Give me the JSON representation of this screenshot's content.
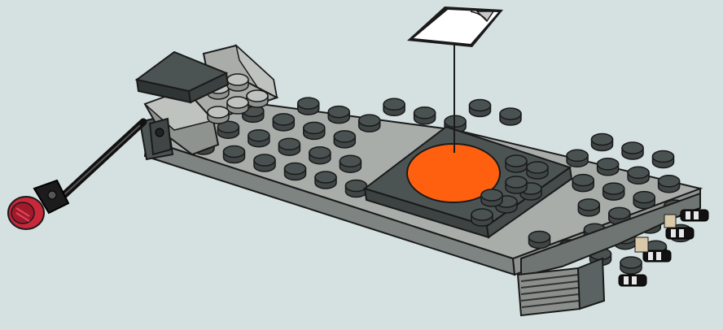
{
  "scene": {
    "background_color": "#d5e0e0",
    "subject": "lego-instruction-step",
    "colors": {
      "light_grey": "#a9adaa",
      "light_grey_side": "#8e9390",
      "dark_grey": "#4c5453",
      "dark_grey_top": "#5b6362",
      "stud_dark": "#3f4645",
      "stud_light": "#bfc3c0",
      "sticker_orange": "#ff6010",
      "accent_red": "#c9283a",
      "rod_black": "#111111",
      "outline": "#1a1a1a"
    },
    "callout": {
      "icon": "sticker-sheet-icon",
      "target": "orange-round-sticker"
    },
    "parts": [
      "light-grey-wedge-plate",
      "dark-grey-tile-with-sticker",
      "light-grey-slope-bricks",
      "dark-grey-tile",
      "black-rod",
      "red-round-element",
      "black-hinge-clips",
      "grille-tile"
    ]
  }
}
